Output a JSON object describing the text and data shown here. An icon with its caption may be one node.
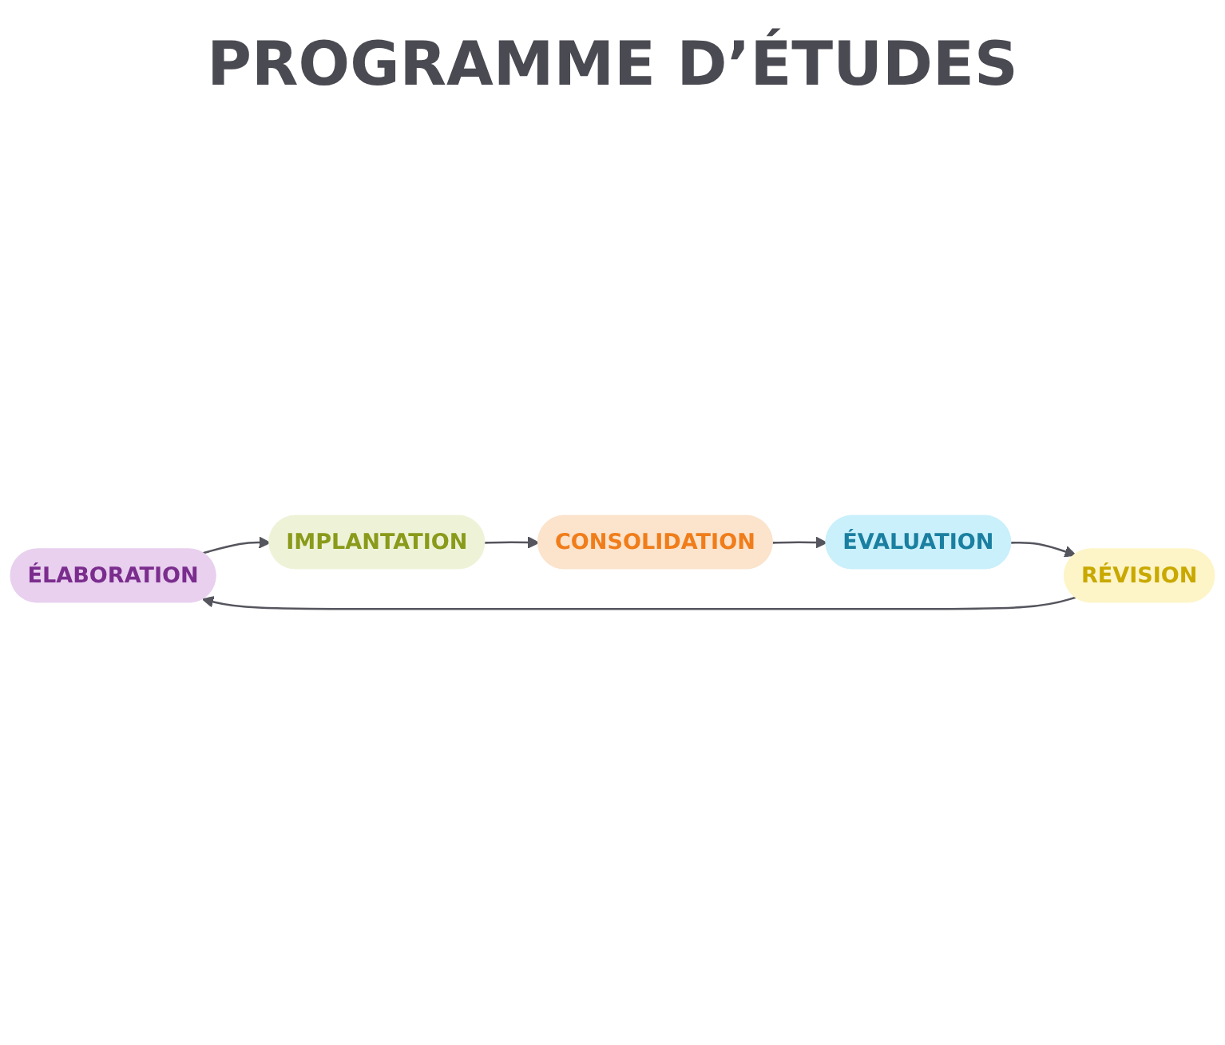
{
  "diagram": {
    "title": "PROGRAMME D’ÉTUDES",
    "nodes": [
      {
        "text": [
          "ÉLABORATION"
        ]
      },
      {
        "text": [
          "IMPLANTATION"
        ]
      },
      {
        "text": [
          "CONSOLIDATION"
        ]
      },
      {
        "text": [
          "ÉVALUATION"
        ]
      },
      {
        "text": [
          "RÉVISION"
        ]
      }
    ],
    "edges": [
      {
        "from": 0,
        "to": 1,
        "arrow": "to"
      },
      {
        "from": 1,
        "to": 2,
        "arrow": "to"
      },
      {
        "from": 2,
        "to": 3,
        "arrow": "to"
      },
      {
        "from": 3,
        "to": 4,
        "arrow": "to"
      },
      {
        "from": 4,
        "to": 0,
        "arrow": "to"
      }
    ]
  }
}
